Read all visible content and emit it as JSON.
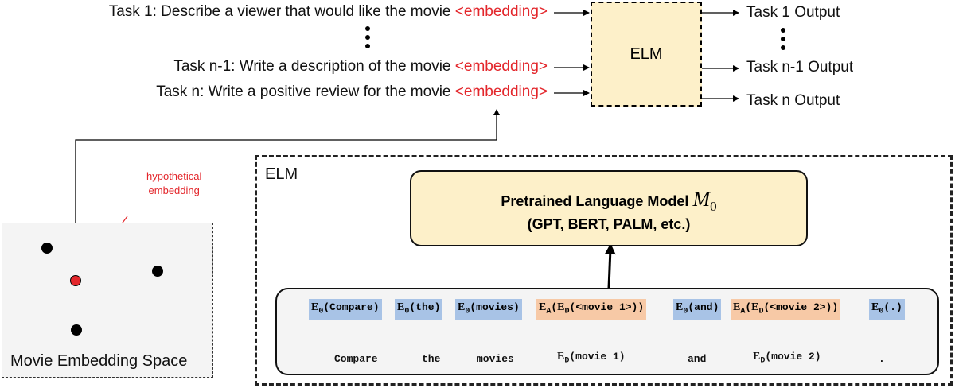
{
  "tasks": [
    {
      "text": "Task 1: Describe a viewer that would like the movie",
      "token": "<embedding>"
    },
    {
      "text": "Task n-1: Write a description of the movie",
      "token": "<embedding>"
    },
    {
      "text": "Task n: Write a positive review for the movie",
      "token": "<embedding>"
    }
  ],
  "elm_box_label": "ELM",
  "outputs": [
    "Task 1 Output",
    "Task n-1 Output",
    "Task n Output"
  ],
  "embedding_space": {
    "label": "Movie Embedding Space",
    "annotation": [
      "hypothetical",
      "embedding"
    ]
  },
  "elm_detail": {
    "title": "ELM",
    "model_line1": "Pretrained Language Model",
    "model_symbol": "M",
    "model_subscript": "0",
    "model_line2": "(GPT, BERT, PALM, etc.)",
    "tokens": [
      {
        "op": "E",
        "sub": "0",
        "arg": "(Compare)",
        "color": "blue"
      },
      {
        "op": "E",
        "sub": "0",
        "arg": "(the)",
        "color": "blue"
      },
      {
        "op": "E",
        "sub": "0",
        "arg": "(movies)",
        "color": "blue"
      },
      {
        "op": "E",
        "sub": "A",
        "arg_pre": "(",
        "op2": "E",
        "sub2": "D",
        "arg": "(<movie 1>))",
        "color": "orange"
      },
      {
        "op": "E",
        "sub": "0",
        "arg": "(and)",
        "color": "blue"
      },
      {
        "op": "E",
        "sub": "A",
        "arg_pre": "(",
        "op2": "E",
        "sub2": "D",
        "arg": "(<movie 2>))",
        "color": "orange"
      },
      {
        "op": "E",
        "sub": "0",
        "arg": "(.)",
        "color": "blue"
      }
    ],
    "inputs": [
      {
        "text": "Compare"
      },
      {
        "text": "the"
      },
      {
        "text": "movies"
      },
      {
        "op": "E",
        "sub": "D",
        "text": "(movie 1)"
      },
      {
        "text": "and"
      },
      {
        "op": "E",
        "sub": "D",
        "text": "(movie 2)"
      },
      {
        "text": "."
      }
    ]
  },
  "colors": {
    "embedding_text": "#e3262b",
    "elm_fill": "#fdf0c9",
    "token_blue": "#a8c3e6",
    "token_orange": "#f7c9a6",
    "arrow_blue": "#6f8fc4",
    "arrow_gold": "#d4a012",
    "space_fill": "#f4f4f4"
  }
}
